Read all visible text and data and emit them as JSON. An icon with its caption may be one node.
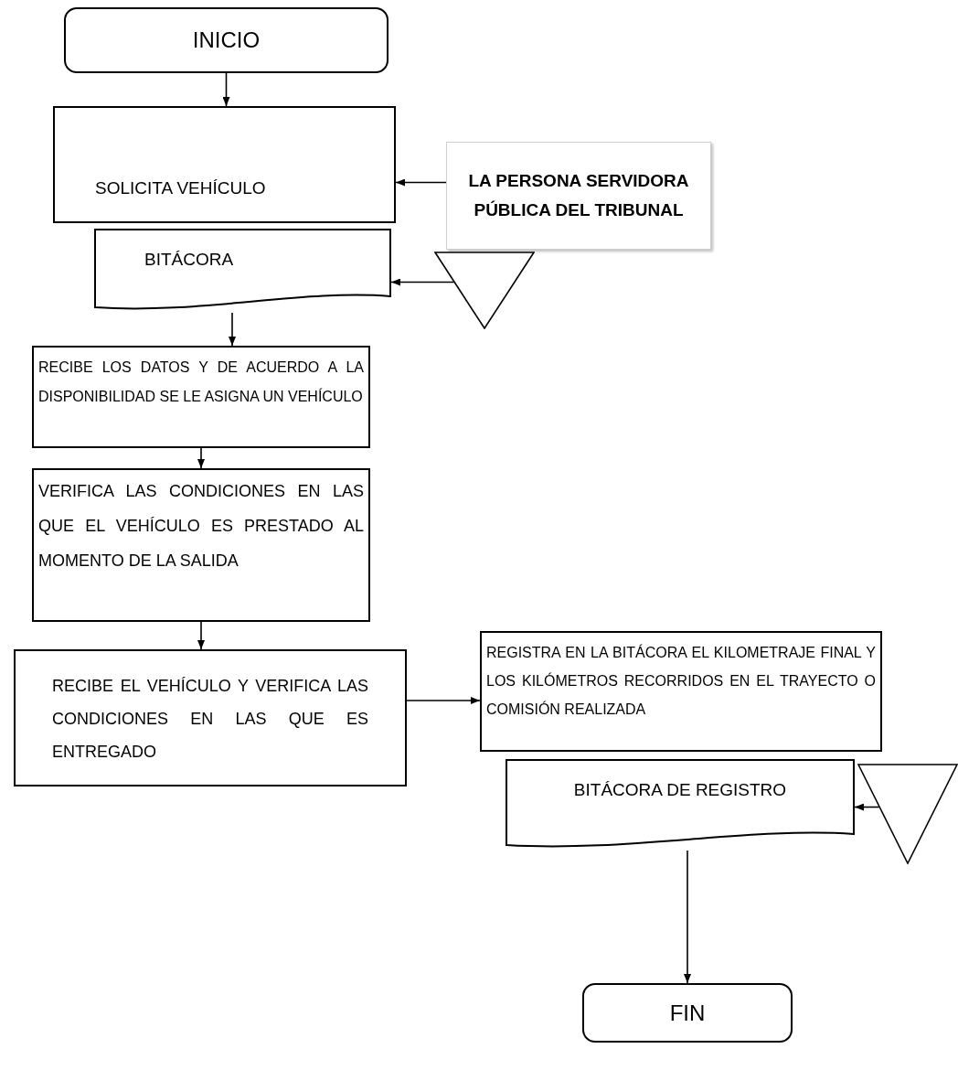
{
  "diagram": {
    "nodes": [
      {
        "text": [
          "INICIO"
        ]
      },
      {
        "text": [
          "SOLICITA VEHÍCULO"
        ]
      },
      {
        "text": [
          "BITÁCORA"
        ]
      },
      {
        "text": [
          "LA PERSONA SERVIDORA PÚBLICA DEL TRIBUNAL"
        ]
      },
      {
        "text": [],
        "shape": "triangle"
      },
      {
        "text": [
          "RECIBE LOS DATOS Y DE ACUERDO A LA DISPONIBILIDAD SE LE ASIGNA UN VEHÍCULO"
        ]
      },
      {
        "text": [
          "VERIFICA LAS CONDICIONES EN LAS QUE EL VEHÍCULO ES PRESTADO AL MOMENTO DE LA SALIDA"
        ]
      },
      {
        "text": [
          "RECIBE EL VEHÍCULO Y VERIFICA LAS CONDICIONES EN LAS QUE ES ENTREGADO"
        ]
      },
      {
        "text": [
          "REGISTRA EN LA BITÁCORA EL KILOMETRAJE FINAL Y LOS KILÓMETROS RECORRIDOS EN EL TRAYECTO O COMISIÓN REALIZADA"
        ]
      },
      {
        "text": [
          "BITÁCORA DE REGISTRO"
        ]
      },
      {
        "text": [],
        "shape": "triangle"
      },
      {
        "text": [
          "FIN"
        ]
      }
    ],
    "edges": [
      {
        "from": 0,
        "to": 1,
        "arrow": "to"
      },
      {
        "from": 3,
        "to": 1,
        "arrow": "to"
      },
      {
        "from": 4,
        "to": 2,
        "arrow": "to"
      },
      {
        "from": 2,
        "to": 5,
        "arrow": "to"
      },
      {
        "from": 5,
        "to": 6,
        "arrow": "to"
      },
      {
        "from": 6,
        "to": 7,
        "arrow": "to"
      },
      {
        "from": 7,
        "to": 8,
        "arrow": "to"
      },
      {
        "from": 10,
        "to": 9,
        "arrow": "to"
      },
      {
        "from": 9,
        "to": 11,
        "arrow": "to"
      }
    ]
  }
}
